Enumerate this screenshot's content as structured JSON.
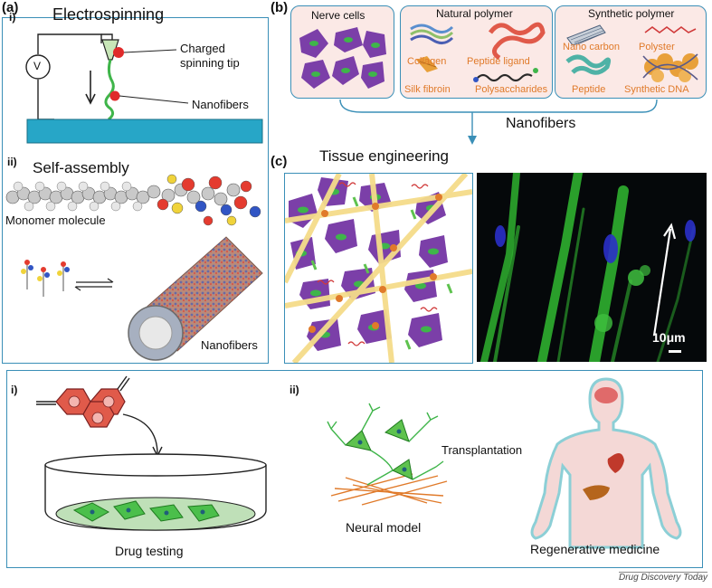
{
  "panel_a": {
    "tag": "(a)",
    "sub_i": "i)",
    "sub_i_title": "Electrospinning",
    "voltage_symbol": "V",
    "charged_tip_line1": "Charged",
    "charged_tip_line2": "spinning tip",
    "nanofibers_label": "Nanofibers",
    "sub_ii": "ii)",
    "sub_ii_title": "Self-assembly",
    "monomer_label": "Monomer molecule",
    "nanofibers_label2": "Nanofibers"
  },
  "panel_b": {
    "tag": "(b)",
    "nerve_cells": "Nerve cells",
    "natural_polymer": "Natural polymer",
    "collagen": "Collagen",
    "peptide_ligand": "Peptide ligand",
    "silk_fibroin": "Silk fibroin",
    "polysaccharides": "Polysaccharides",
    "synthetic_polymer": "Synthetic polymer",
    "nano_carbon": "Nano carbon",
    "polyster": "Polyster",
    "peptide": "Peptide",
    "synthetic_dna": "Synthetic DNA",
    "nanofibers": "Nanofibers"
  },
  "panel_c": {
    "tag": "(c)",
    "title": "Tissue engineering",
    "scale_bar": "10μm"
  },
  "panel_d": {
    "sub_i": "i)",
    "drug_testing": "Drug testing",
    "sub_ii": "ii)",
    "transplantation": "Transplantation",
    "neural_model": "Neural model",
    "regenerative_medicine": "Regenerative medicine"
  },
  "credit": "Drug Discovery Today",
  "colors": {
    "border": "#3a8fb7",
    "cell_purple": "#7b3fa8",
    "nucleus_green": "#3fb54a",
    "fiber_yellow": "#f5dc8a",
    "accent_orange": "#e07a2a",
    "box_fill": "#fbe9e6"
  }
}
